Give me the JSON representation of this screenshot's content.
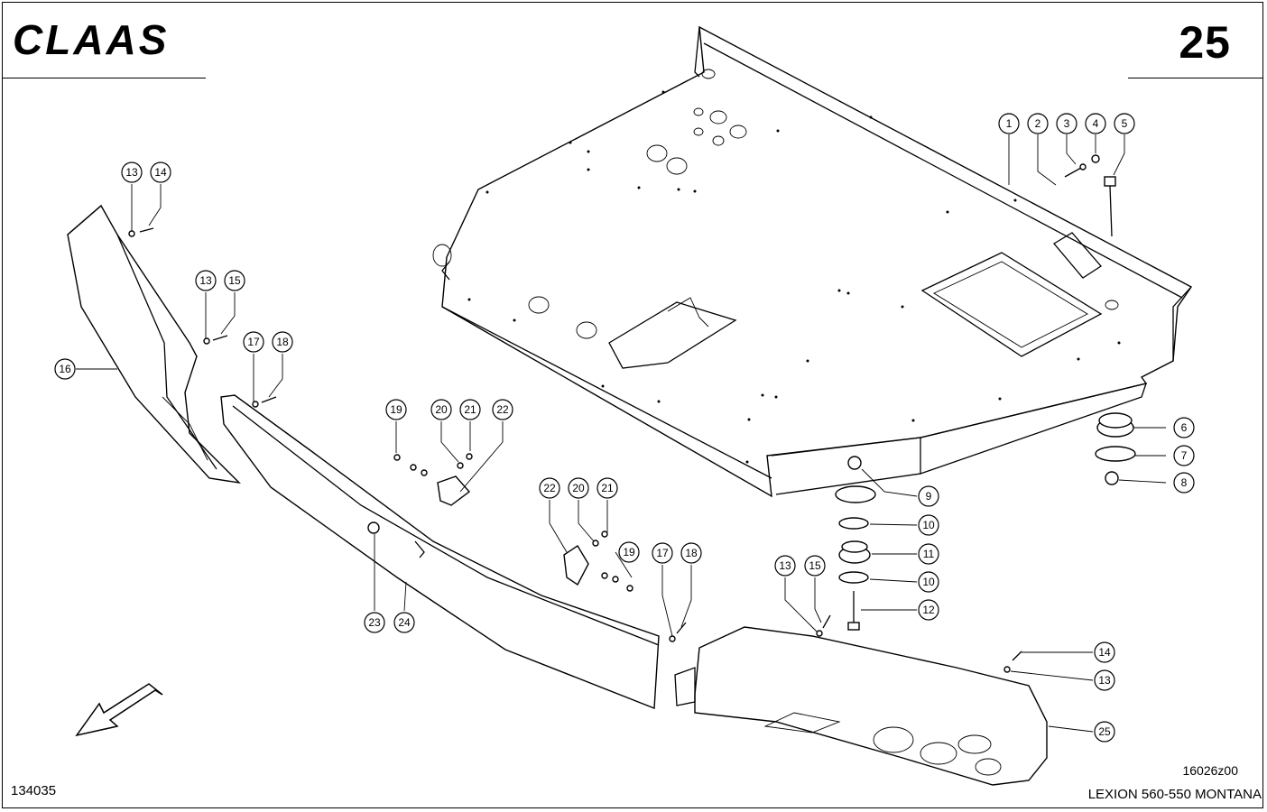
{
  "header": {
    "brand": "CLAAS",
    "page_number": "25"
  },
  "footer": {
    "drawing_ref": "16026z00",
    "sheet_id": "134035",
    "model": "LEXION 560-550 MONTANA"
  },
  "callouts": [
    {
      "n": "1"
    },
    {
      "n": "2"
    },
    {
      "n": "3"
    },
    {
      "n": "4"
    },
    {
      "n": "5"
    },
    {
      "n": "6"
    },
    {
      "n": "7"
    },
    {
      "n": "8"
    },
    {
      "n": "9"
    },
    {
      "n": "10"
    },
    {
      "n": "11"
    },
    {
      "n": "10"
    },
    {
      "n": "12"
    },
    {
      "n": "13"
    },
    {
      "n": "14"
    },
    {
      "n": "13"
    },
    {
      "n": "15"
    },
    {
      "n": "16"
    },
    {
      "n": "17"
    },
    {
      "n": "18"
    },
    {
      "n": "19"
    },
    {
      "n": "20"
    },
    {
      "n": "21"
    },
    {
      "n": "22"
    },
    {
      "n": "22"
    },
    {
      "n": "20"
    },
    {
      "n": "21"
    },
    {
      "n": "19"
    },
    {
      "n": "17"
    },
    {
      "n": "18"
    },
    {
      "n": "13"
    },
    {
      "n": "15"
    },
    {
      "n": "14"
    },
    {
      "n": "13"
    },
    {
      "n": "23"
    },
    {
      "n": "24"
    },
    {
      "n": "25"
    }
  ],
  "icons": {
    "direction": "direction-arrow-icon"
  }
}
